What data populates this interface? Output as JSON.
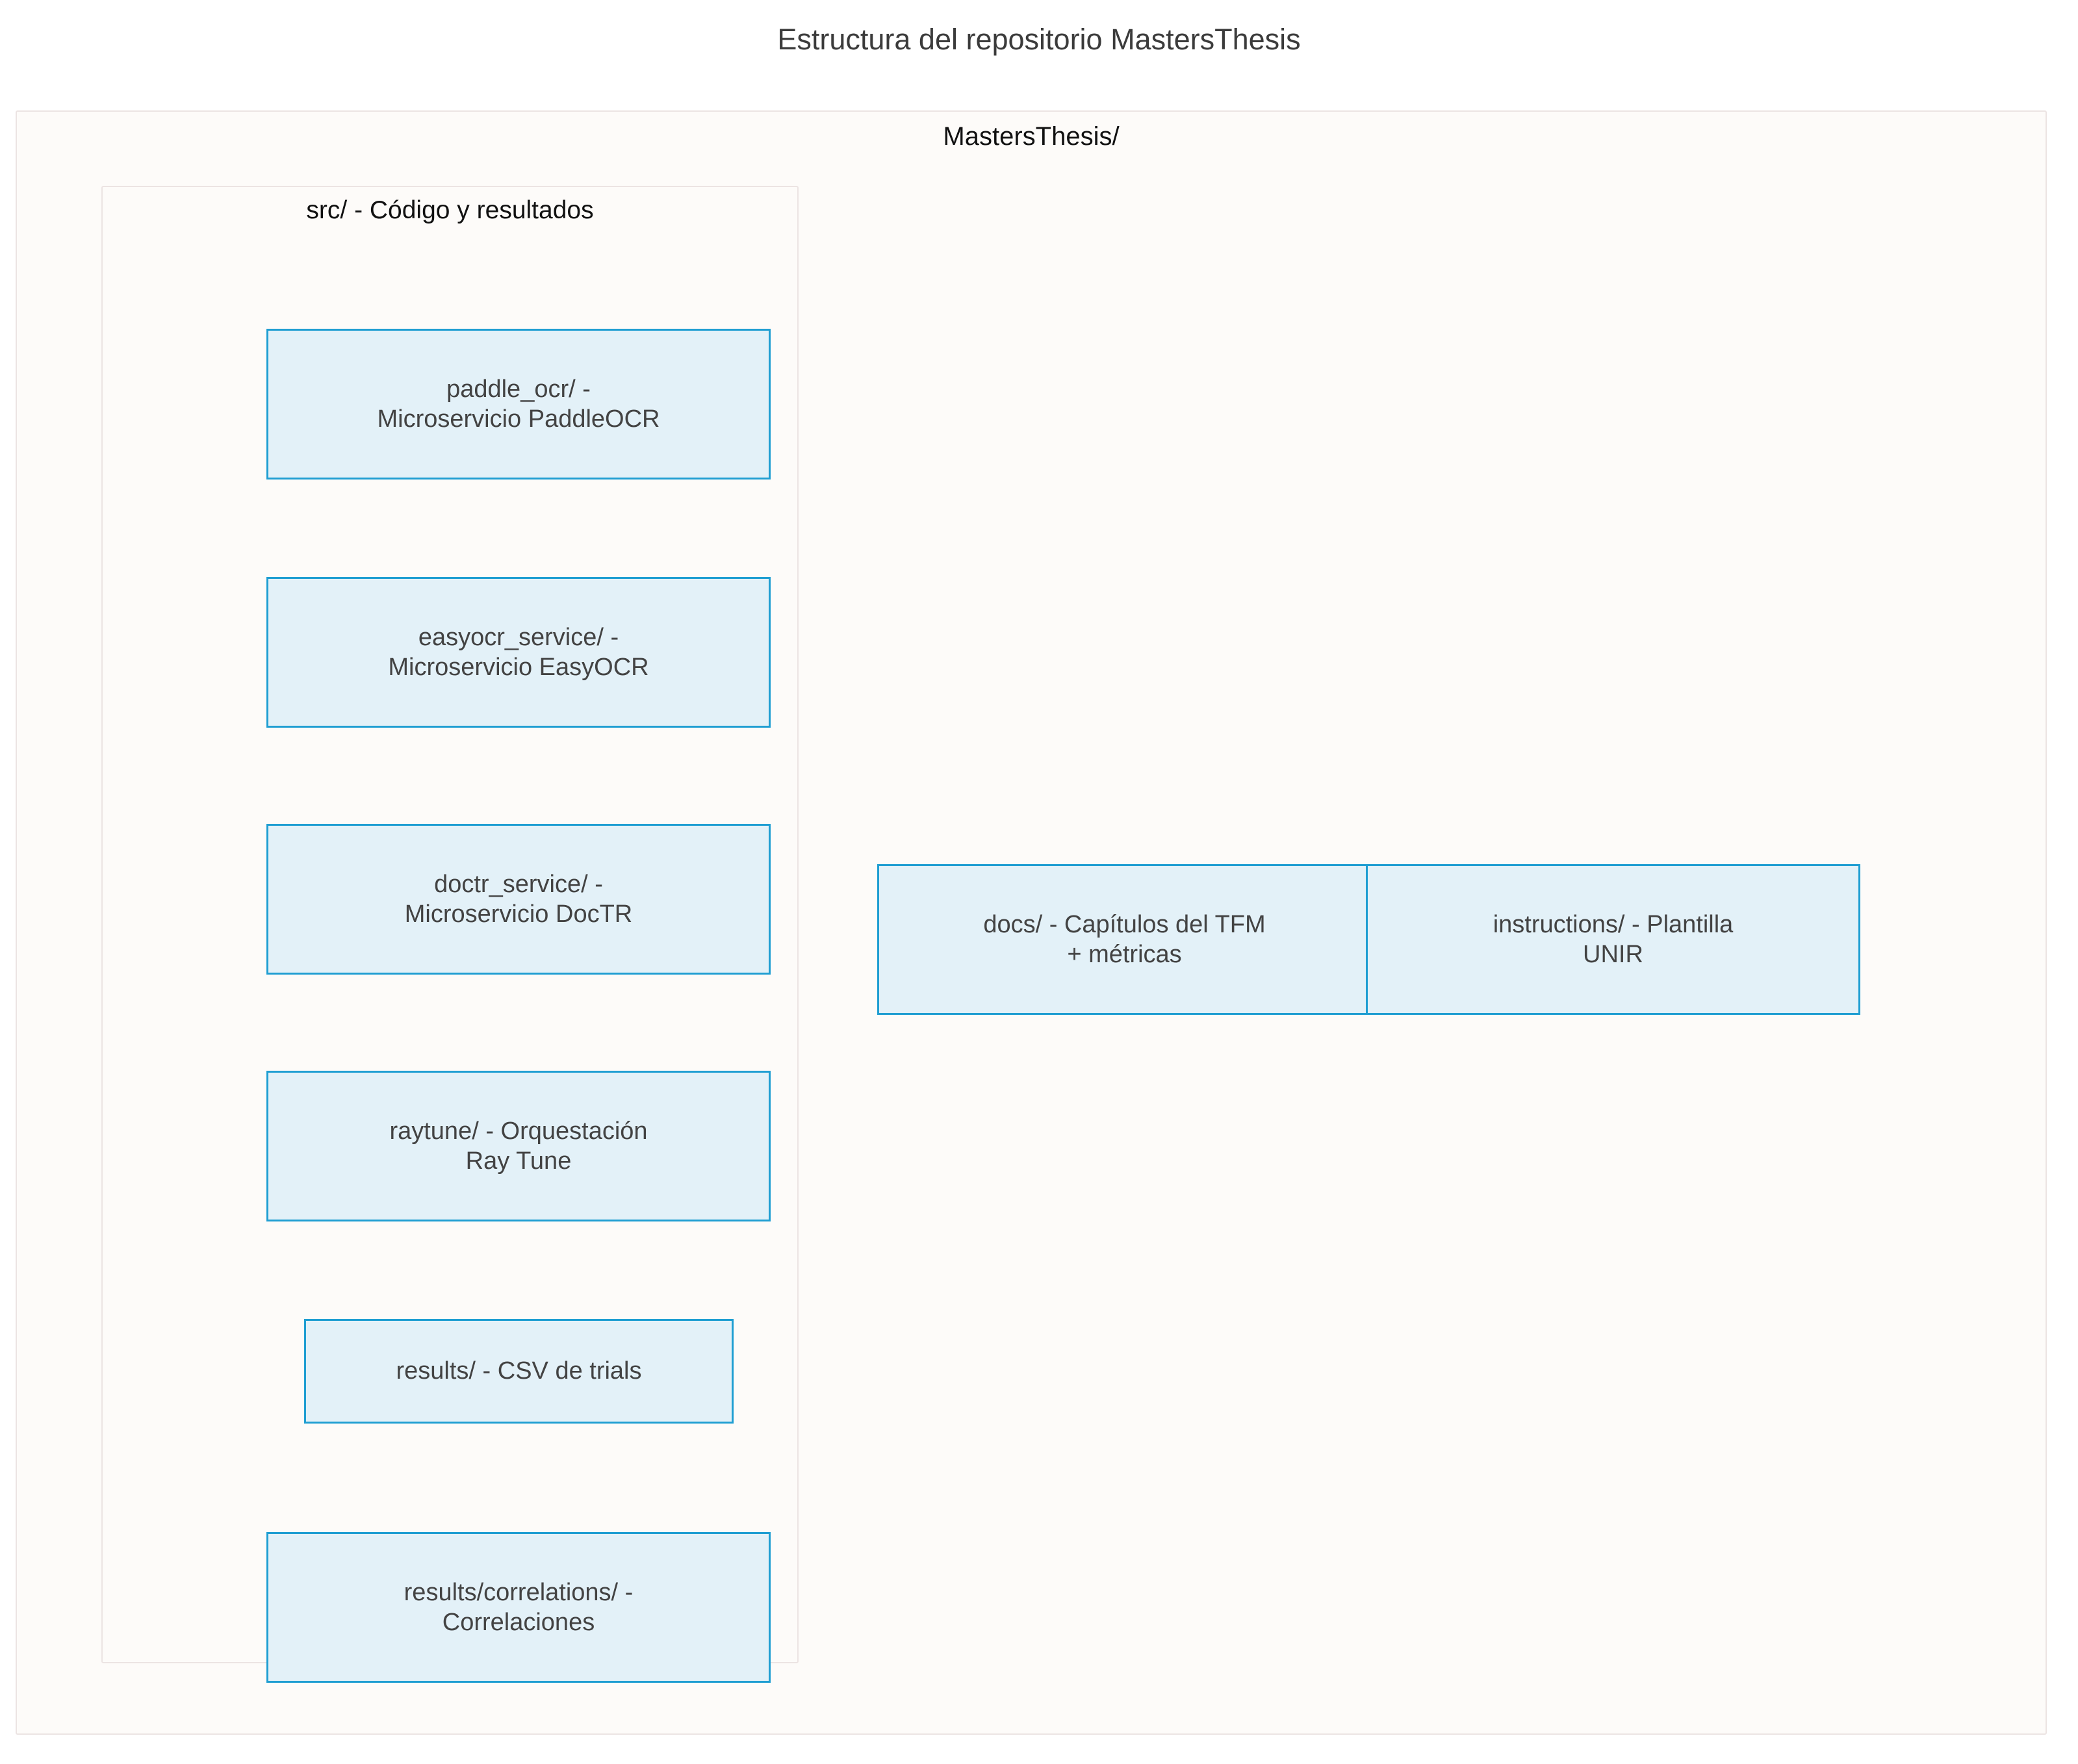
{
  "title": "Estructura del repositorio MastersThesis",
  "root_subgraph": {
    "label": "MastersThesis/",
    "border_color": "#ece4e3",
    "fill_color": "#fdfbf9"
  },
  "src_subgraph": {
    "label": "src/ - Código y resultados",
    "border_color": "#ece4e3",
    "fill_color": "#fdfbf9"
  },
  "node_style": {
    "fill_color": "#e3f1f8",
    "border_color": "#1f9ed2",
    "text_color": "#434343"
  },
  "nodes": {
    "paddle_ocr": "paddle_ocr/ -\nMicroservicio PaddleOCR",
    "easyocr_service": "easyocr_service/ -\nMicroservicio EasyOCR",
    "doctr_service": "doctr_service/ -\nMicroservicio DocTR",
    "raytune": "raytune/ - Orquestación\nRay Tune",
    "results": "results/ - CSV de trials",
    "results_correlations": "results/correlations/ -\nCorrelaciones",
    "docs": "docs/ - Capítulos del TFM\n+ métricas",
    "instructions": "instructions/ - Plantilla\nUNIR"
  }
}
